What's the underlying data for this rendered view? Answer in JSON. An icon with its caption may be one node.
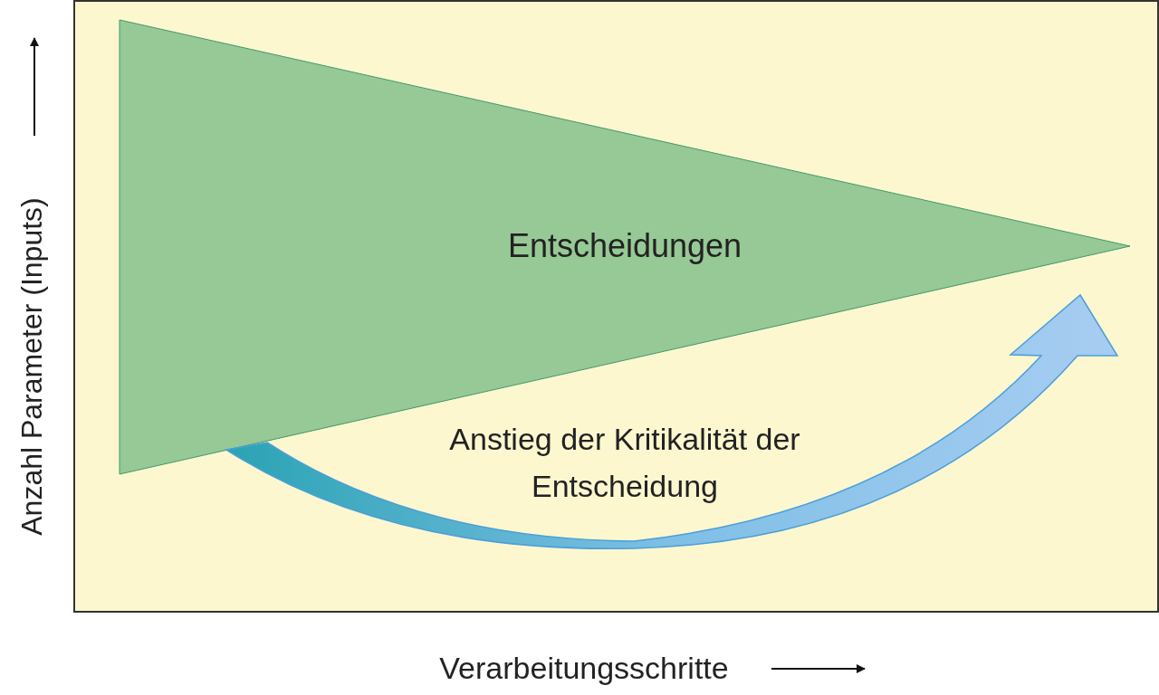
{
  "diagram": {
    "nodes": [
      {
        "text": [
          "Entscheidungen"
        ]
      }
    ],
    "labels": [
      "Anzahl Parameter (Inputs)",
      "Anstieg der Kritikalität der Entscheidung",
      "Verarbeitungsschritte"
    ]
  }
}
